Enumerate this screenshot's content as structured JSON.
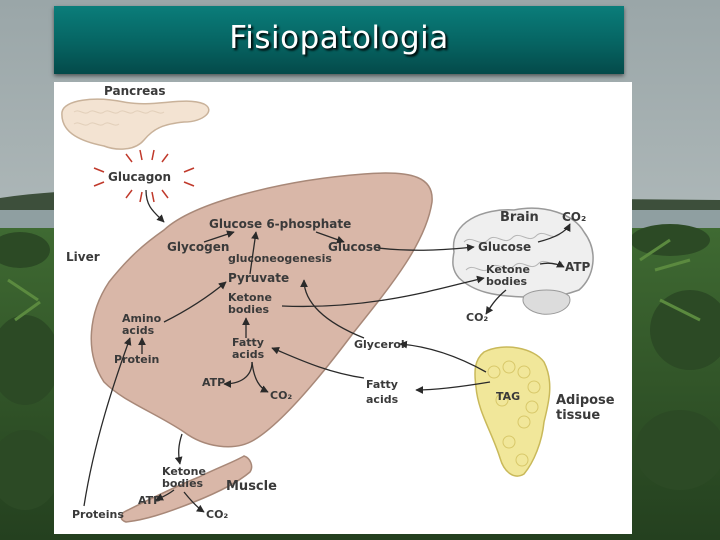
{
  "slide": {
    "title": "Fisiopatologia"
  },
  "diagram": {
    "organs": {
      "pancreas": "Pancreas",
      "liver": "Liver",
      "brain": "Brain",
      "adipose_line1": "Adipose",
      "adipose_line2": "tissue",
      "muscle": "Muscle"
    },
    "hormone": "Glucagon",
    "liver_labels": {
      "g6p": "Glucose 6-phosphate",
      "glycogen": "Glycogen",
      "glucose": "Glucose",
      "gluconeogenesis": "gluconeogenesis",
      "pyruvate": "Pyruvate",
      "ketone_line1": "Ketone",
      "ketone_line2": "bodies",
      "amino_line1": "Amino",
      "amino_line2": "acids",
      "protein": "Protein",
      "fatty_line1": "Fatty",
      "fatty_line2": "acids",
      "atp": "ATP",
      "co2": "CO₂"
    },
    "brain_labels": {
      "co2_top": "CO₂",
      "glucose": "Glucose",
      "ketone_line1": "Ketone",
      "ketone_line2": "bodies",
      "atp": "ATP",
      "co2_bottom": "CO₂"
    },
    "adipose_labels": {
      "glycerol": "Glycerol",
      "fatty_line1": "Fatty",
      "fatty_line2": "acids",
      "tag": "TAG"
    },
    "muscle_labels": {
      "ketone_line1": "Ketone",
      "ketone_line2": "bodies",
      "atp": "ATP",
      "co2": "CO₂",
      "proteins": "Proteins"
    },
    "colors": {
      "liver": "#d9b7a8",
      "liver_stroke": "#a88878",
      "pancreas": "#f3e3d2",
      "adipose": "#f1e79a",
      "brain": "#efefef",
      "arrow": "#2a2a2a",
      "title_bar": "#066462"
    }
  }
}
